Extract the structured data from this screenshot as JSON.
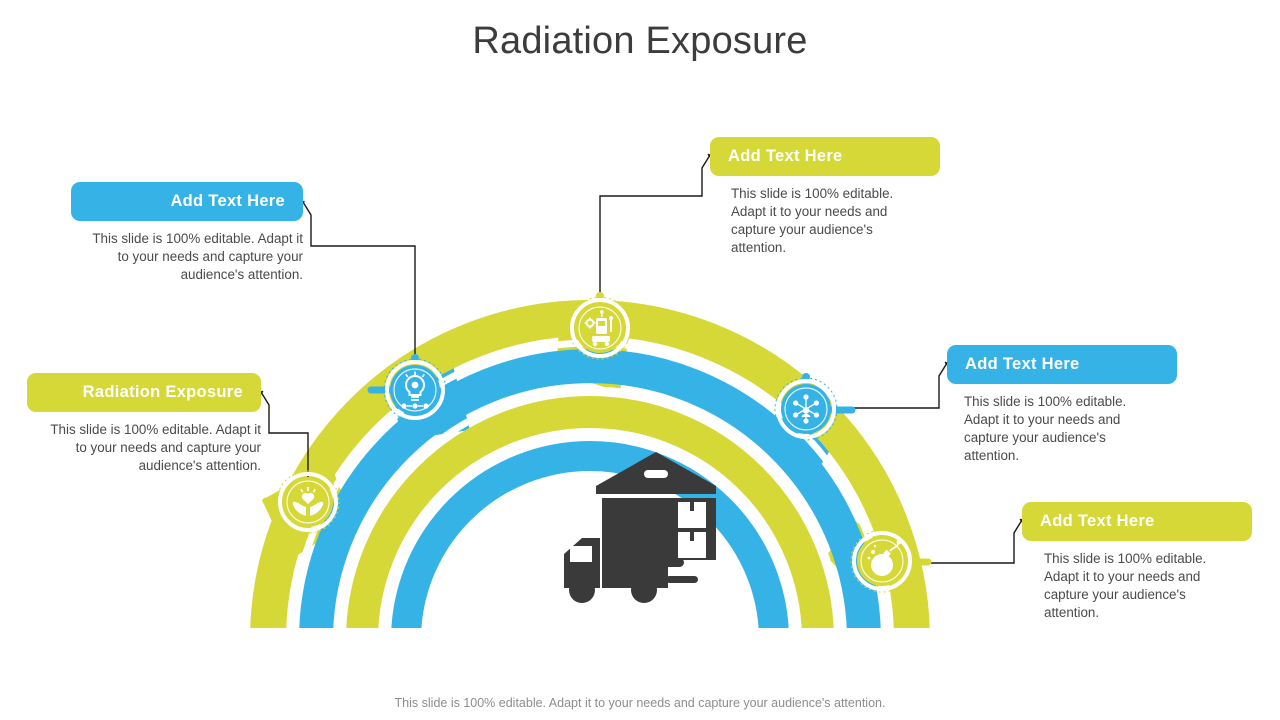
{
  "slide": {
    "title": "Radiation Exposure",
    "footer": "This slide is 100% editable. Adapt it to your needs and capture your audience's attention.",
    "background": "#ffffff"
  },
  "colors": {
    "blue": "#35b3e6",
    "yellow": "#d6d838",
    "title_text": "#3c3c3c",
    "body_text": "#4a4a4a",
    "footer_text": "#8d8d8d",
    "chip_text": "#ffffff",
    "connector": "#1a1a1a",
    "center_icon": "#3a3a3a"
  },
  "callouts": [
    {
      "id": "callout-top-left",
      "title": "Add Text Here",
      "body": "This slide is 100% editable. Adapt it to your needs and capture your audience's attention.",
      "color": "blue",
      "align": "right"
    },
    {
      "id": "callout-mid-left",
      "title": "Radiation Exposure",
      "body": "This slide is 100% editable. Adapt it to your needs and capture your audience's attention.",
      "color": "yellow",
      "align": "right"
    },
    {
      "id": "callout-top-right",
      "title": "Add Text Here",
      "body": "This slide is 100% editable. Adapt it to your needs and capture your audience's attention.",
      "color": "yellow",
      "align": "left"
    },
    {
      "id": "callout-mid-right",
      "title": "Add Text Here",
      "body": "This slide is 100% editable. Adapt it to your needs and capture your audience's attention.",
      "color": "blue",
      "align": "left"
    },
    {
      "id": "callout-bottom-right",
      "title": "Add Text Here",
      "body": "This slide is 100% editable. Adapt it to your needs and capture your audience's attention.",
      "color": "yellow",
      "align": "left"
    }
  ],
  "icon_nodes": [
    {
      "id": "node-lightbulb-gear",
      "icon": "lightbulb-gear-icon",
      "color": "blue"
    },
    {
      "id": "node-hands-heart",
      "icon": "hands-heart-icon",
      "color": "yellow"
    },
    {
      "id": "node-robot-factory",
      "icon": "robot-factory-icon",
      "color": "yellow"
    },
    {
      "id": "node-network-hub",
      "icon": "network-hub-icon",
      "color": "blue"
    },
    {
      "id": "node-bomb",
      "icon": "bomb-icon",
      "color": "yellow"
    }
  ],
  "center_graphic": {
    "icon": "warehouse-truck-icon",
    "color": "#3a3a3a"
  },
  "arc": {
    "bands": [
      {
        "color": "yellow"
      },
      {
        "color": "blue"
      },
      {
        "color": "yellow"
      },
      {
        "color": "blue"
      }
    ]
  }
}
